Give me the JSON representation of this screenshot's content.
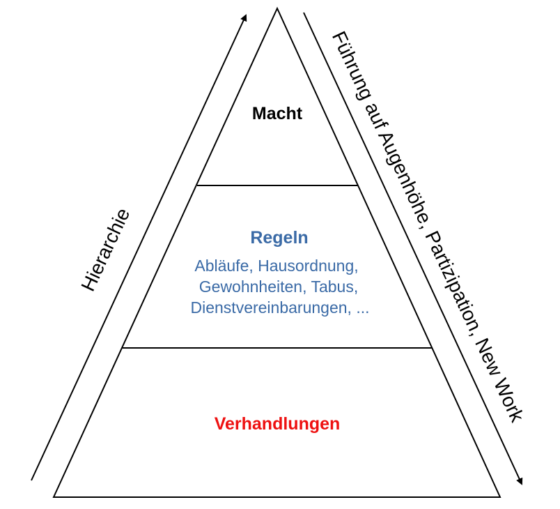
{
  "pyramid": {
    "top": {
      "label": "Macht",
      "color": "#000000"
    },
    "middle": {
      "label": "Regeln",
      "color": "#3a6aa6",
      "sub_lines": [
        "Abläufe, Hausordnung,",
        "Gewohnheiten, Tabus,",
        "Dienstvereinbarungen, ..."
      ]
    },
    "bottom": {
      "label": "Verhandlungen",
      "color": "#ee1111"
    }
  },
  "left_arrow": {
    "label": "Hierarchie",
    "direction": "up"
  },
  "right_arrow": {
    "label": "Führung auf Augenhöhe, Partizipation, New Work",
    "direction": "down"
  },
  "line_color": "#000000"
}
